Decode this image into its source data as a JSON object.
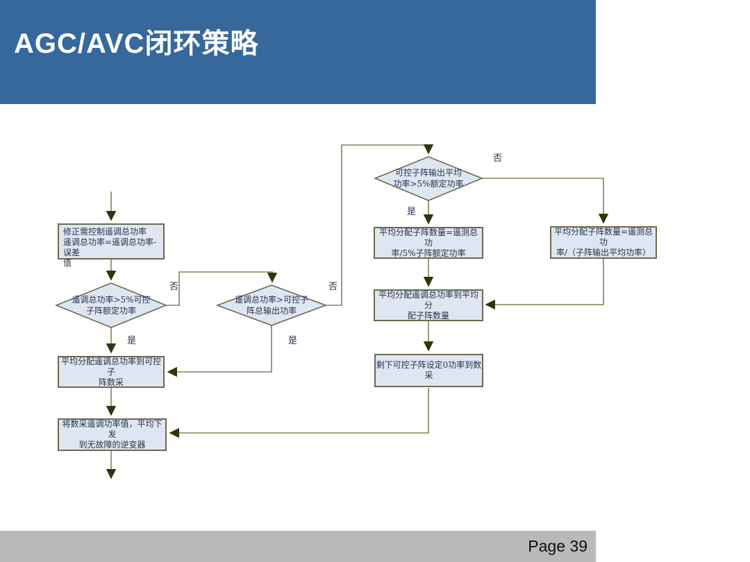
{
  "slide": {
    "title": "AGC/AVC闭环策略",
    "page_label": "Page 39"
  },
  "colors": {
    "header_bg": "#36689c",
    "title_text": "#ffffff",
    "footer_bg": "#b9b9b9",
    "node_fill": "#dfe6f2",
    "node_border": "#6a6a4e",
    "connector_line": "#80805a",
    "arrowhead": "#33330f",
    "node_text": "#253349"
  },
  "flowchart": {
    "nodes": {
      "correct_power": {
        "shape": "process",
        "text": "修正需控制遥调总功率\n遥调总功率=遥调总功率-误差\n值"
      },
      "check_total_gt_5pct_rated": {
        "shape": "decision",
        "text": "遥调总功率>5%可控\n子阵额定功率"
      },
      "avg_to_controllable": {
        "shape": "process",
        "text": "平均分配遥调总功率到可控子\n阵数采"
      },
      "send_to_inverters": {
        "shape": "process",
        "text": "将数采遥调功率值，平均下发\n到无故障的逆变器"
      },
      "check_total_gt_output": {
        "shape": "decision",
        "text": "遥调总功率>可控子\n阵总输出功率"
      },
      "check_avg_output_gt_5pct": {
        "shape": "decision",
        "text": "可控子阵输出平均\n功率>5%额定功率"
      },
      "calc_qty_by_rated": {
        "shape": "process",
        "text": "平均分配子阵数量=遥测总功\n率/5%子阵额定功率"
      },
      "calc_qty_by_avg_output": {
        "shape": "process",
        "text": "平均分配子阵数量=遥测总功\n率/（子阵输出平均功率）"
      },
      "avg_to_assigned_qty": {
        "shape": "process",
        "text": "平均分配遥调总功率到平均分\n配子阵数量"
      },
      "set_zero_power": {
        "shape": "process",
        "text": "剩下可控子阵设定0功率到数采"
      }
    },
    "branch_labels": {
      "d1_no": "否",
      "d1_yes": "是",
      "d2_no": "否",
      "d2_yes": "是",
      "d3_no": "否",
      "d3_yes": "是"
    }
  }
}
